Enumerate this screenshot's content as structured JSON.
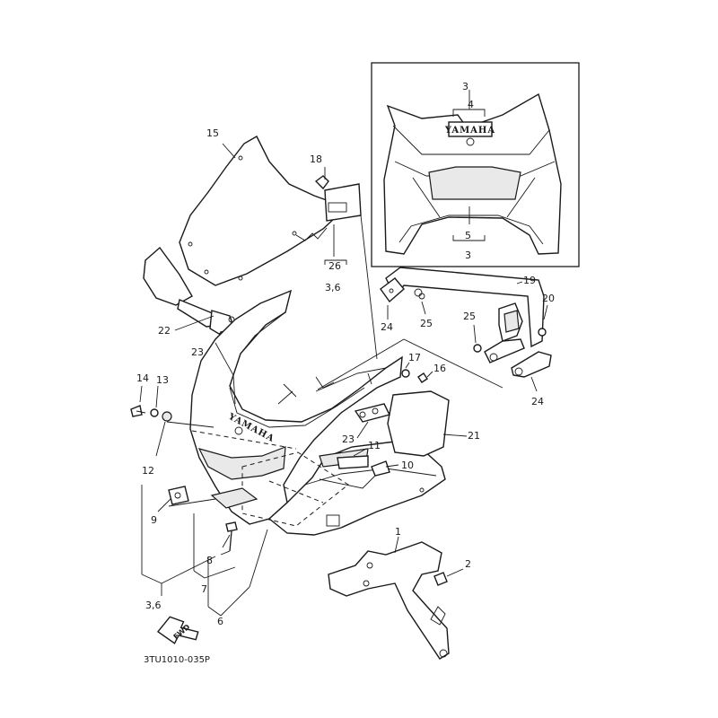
{
  "diagram": {
    "code": "3TU1010-035P",
    "fwd_label": "FWD",
    "brand": "YAMAHA",
    "callouts": {
      "c1": "1",
      "c2": "2",
      "c3a": "3",
      "c3b": "3",
      "c4": "4",
      "c5": "5",
      "c6": "6",
      "c7": "7",
      "c8": "8",
      "c9": "9",
      "c10": "10",
      "c11": "11",
      "c12": "12",
      "c13": "13",
      "c14": "14",
      "c15": "15",
      "c16": "16",
      "c17": "17",
      "c18": "18",
      "c19": "19",
      "c20": "20",
      "c21": "21",
      "c22": "22",
      "c23a": "23",
      "c23b": "23",
      "c24a": "24",
      "c24b": "24",
      "c25a": "25",
      "c25b": "25",
      "c26": "26",
      "c36a": "3,6",
      "c36b": "3,6"
    }
  }
}
